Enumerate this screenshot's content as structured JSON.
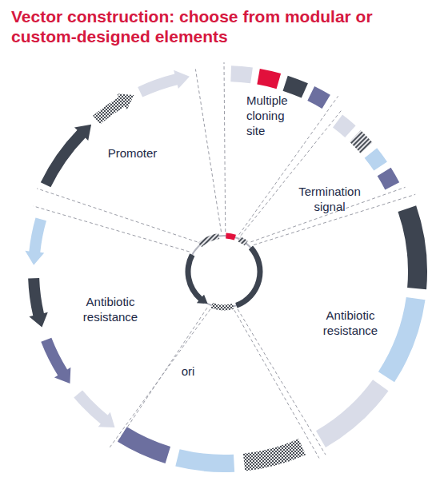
{
  "diagram": {
    "title": "Vector construction: choose from modular or custom-designed elements",
    "labels": [
      "Multiple cloning site",
      "Promoter",
      "Termination signal",
      "Antibiotic resistance",
      "Antibiotic resistance",
      "ori"
    ]
  }
}
